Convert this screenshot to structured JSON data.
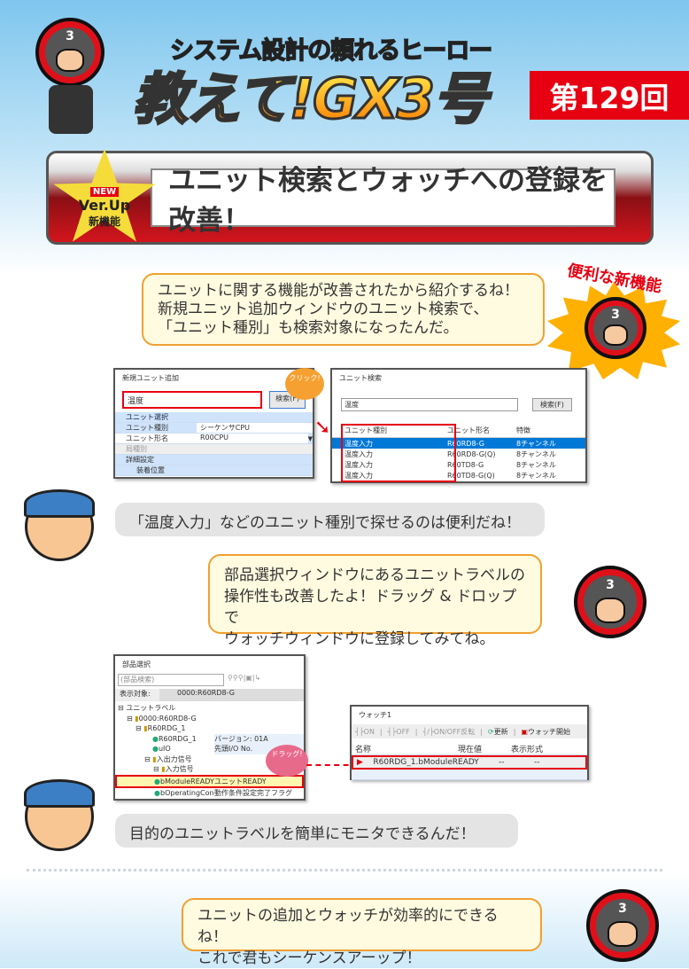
{
  "header": {
    "subtitle": "システム設計の頼れるヒーロー",
    "title": "教えて!GX3号",
    "issue": "第129回"
  },
  "banner": {
    "badge_new": "NEW",
    "badge_ver": "Ver.Up",
    "badge_label": "新機能",
    "headline": "ユニット検索とウォッチへの登録を改善！"
  },
  "hero_number": "3",
  "feature_badge": "便利な新機能",
  "bubbles": {
    "b1": [
      "ユニットに関する機能が改善されたから紹介するね！",
      "新規ユニット追加ウィンドウのユニット検索で、",
      "「ユニット種別」も検索対象になったんだ。"
    ],
    "kid1": "「温度入力」などのユニット種別で探せるのは便利だね！",
    "b2": [
      "部品選択ウィンドウにあるユニットラベルの",
      "操作性も改善したよ！ドラッグ & ドロップで",
      "ウォッチウィンドウに登録してみてね。"
    ],
    "kid2": "目的のユニットラベルを簡単にモニタできるんだ！",
    "b3": [
      "ユニットの追加とウォッチが効率的にできるね！",
      "これで君もシーケンスアーップ！"
    ]
  },
  "win_add": {
    "title": "新規ユニット追加",
    "search_value": "温度",
    "search_button": "検索(F)",
    "click_label": "クリック!",
    "rows": [
      {
        "label": "ユニット選択",
        "value": ""
      },
      {
        "label": "ユニット種別",
        "value": "シーケンサCPU"
      },
      {
        "label": "ユニット形名",
        "value": "R00CPU"
      },
      {
        "label": "局種別",
        "value": ""
      },
      {
        "label": "詳細設定",
        "value": ""
      },
      {
        "label": "装着位置",
        "value": ""
      }
    ]
  },
  "win_search": {
    "title": "ユニット検索",
    "search_value": "温度",
    "search_button": "検索(F)",
    "columns": [
      "ユニット種別",
      "ユニット形名",
      "特徴"
    ],
    "rows": [
      [
        "温度入力",
        "R60RD8-G",
        "8チャンネル"
      ],
      [
        "温度入力",
        "R60RD8-G(Q)",
        "8チャンネル"
      ],
      [
        "温度入力",
        "R60TD8-G",
        "8チャンネル"
      ],
      [
        "温度入力",
        "R60TD8-G(Q)",
        "8チャンネル"
      ]
    ]
  },
  "win_parts": {
    "title": "部品選択",
    "search_placeholder": "(部品検索)",
    "target_label": "表示対象:",
    "target_value": "0000:R60RD8-G",
    "drag_label": "ドラッグ!",
    "tree": [
      {
        "label": "ユニットラベル",
        "desc": ""
      },
      {
        "label": "0000:R60RD8-G",
        "desc": ""
      },
      {
        "label": "R60RDG_1",
        "desc": ""
      },
      {
        "label": "R60RDG_1",
        "desc": "バージョン: 01A"
      },
      {
        "label": "uIO",
        "desc": "先頭I/O No."
      },
      {
        "label": "入出力信号",
        "desc": ""
      },
      {
        "label": "入力信号",
        "desc": ""
      },
      {
        "label": "bModuleREADY",
        "desc": "ユニットREADY"
      },
      {
        "label": "bOperatingCond",
        "desc": "動作条件設定完了フラグ"
      }
    ]
  },
  "win_watch": {
    "title": "ウォッチ1",
    "toolbar": [
      "ON",
      "OFF",
      "ON/OFF反転",
      "更新",
      "ウォッチ開始"
    ],
    "columns": [
      "名称",
      "現在値",
      "表示形式"
    ],
    "row": [
      "R60RDG_1.bModuleREADY",
      "--",
      "--"
    ]
  },
  "colors": {
    "accent": "#e60012",
    "bubble_border": "#f0a030",
    "selection": "#0078d7"
  }
}
